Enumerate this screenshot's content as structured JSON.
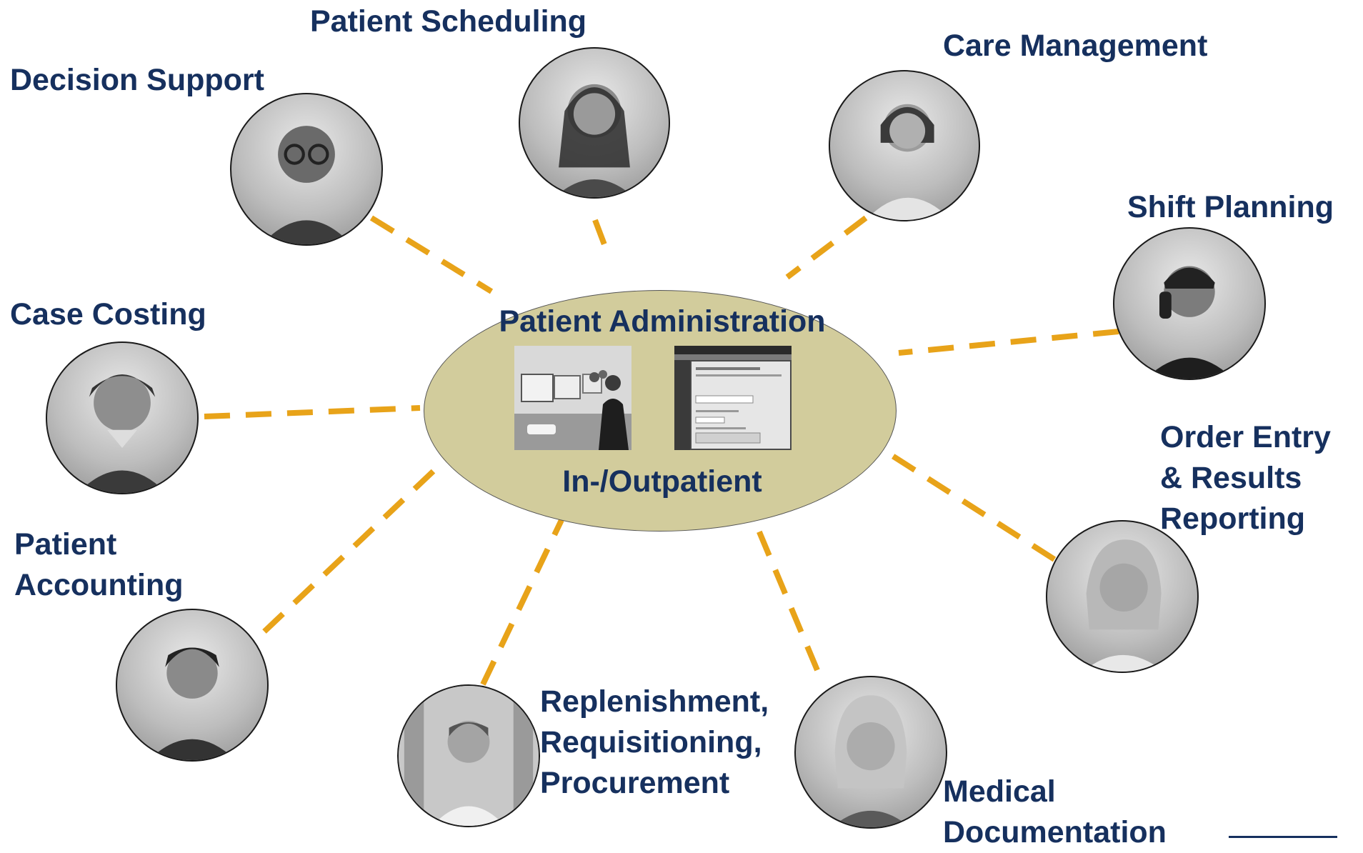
{
  "hub": {
    "title": "Patient Administration",
    "subtitle": "In-/Outpatient"
  },
  "nodes": [
    {
      "key": "patient_scheduling",
      "lines": [
        "Patient Scheduling"
      ]
    },
    {
      "key": "decision_support",
      "lines": [
        "Decision Support"
      ]
    },
    {
      "key": "care_management",
      "lines": [
        "Care Management"
      ]
    },
    {
      "key": "shift_planning",
      "lines": [
        "Shift Planning"
      ]
    },
    {
      "key": "case_costing",
      "lines": [
        "Case Costing"
      ]
    },
    {
      "key": "order_entry",
      "lines": [
        "Order Entry",
        "& Results",
        "Reporting"
      ]
    },
    {
      "key": "patient_accounting",
      "lines": [
        "Patient",
        "Accounting"
      ]
    },
    {
      "key": "replenishment",
      "lines": [
        "Replenishment,",
        "Requisitioning,",
        "Procurement"
      ]
    },
    {
      "key": "medical_documentation",
      "lines": [
        "Medical",
        "Documentation"
      ]
    }
  ],
  "colors": {
    "label_text": "#16305e",
    "connector": "#e8a319",
    "hub_fill": "#d2cc9c"
  },
  "icons": {
    "person_photo": "person-portrait-icon",
    "hub_left_image": "call-center-photo-icon",
    "hub_right_image": "software-screen-icon"
  }
}
